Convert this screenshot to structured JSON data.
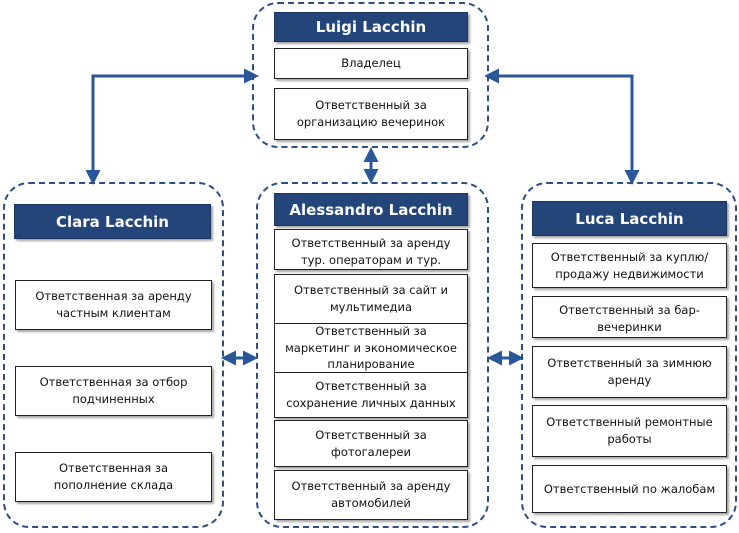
{
  "colors": {
    "header_fill": "#23457a",
    "dashed_border": "#2e4f85",
    "connector": "#2a5797"
  },
  "owner": {
    "name": "Luigi Lacchin",
    "roles": [
      "Владелец",
      "Ответственный за организацию вечеринок"
    ]
  },
  "left": {
    "name": "Clara Lacchin",
    "roles": [
      "Ответственная за аренду частным клиентам",
      "Ответственная за отбор подчиненных",
      "Ответственная за пополнение склада"
    ]
  },
  "center": {
    "name": "Alessandro  Lacchin",
    "roles": [
      "Ответственный за аренду тур. операторам и тур. Агентствам",
      "Ответственный за сайт и мультимедиа",
      "Ответственный за маркетинг и экономическое планирование",
      "Ответственный за сохранение личных данных",
      "Ответственный за фотогалереи",
      "Ответственный за аренду автомобилей"
    ]
  },
  "right": {
    "name": "Luca  Lacchin",
    "roles": [
      "Ответственный за куплю/продажу недвижимости",
      "Ответственный за бар-вечеринки",
      "Ответственный за зимнюю аренду",
      "Ответственный ремонтные работы",
      "Ответственный по жалобам"
    ]
  }
}
